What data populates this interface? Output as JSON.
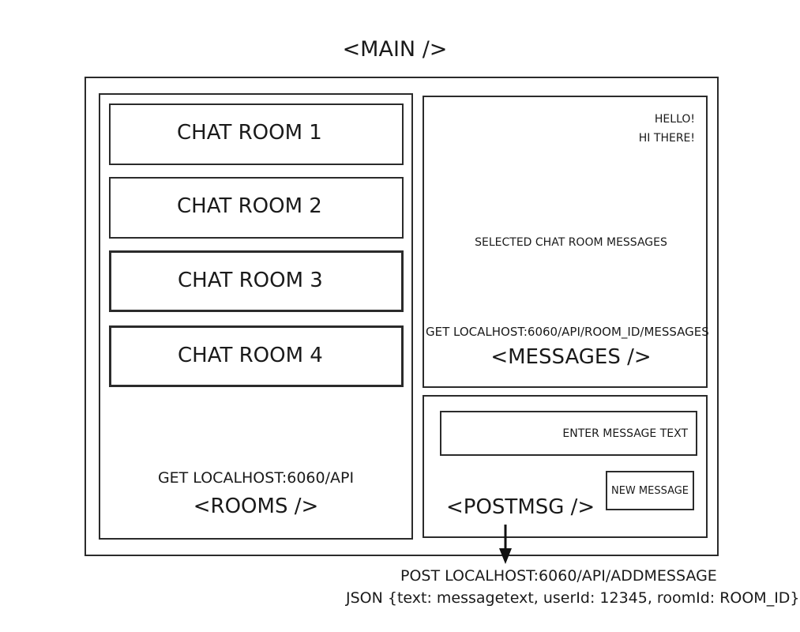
{
  "main": {
    "title": "<MAIN />"
  },
  "rooms": {
    "items": [
      "CHAT ROOM 1",
      "CHAT ROOM 2",
      "CHAT ROOM 3",
      "CHAT ROOM 4"
    ],
    "endpoint": "GET LOCALHOST:6060/API",
    "tag": "<ROOMS />"
  },
  "messages": {
    "items": [
      "HELLO!",
      "HI THERE!"
    ],
    "caption": "SELECTED CHAT ROOM MESSAGES",
    "endpoint": "GET LOCALHOST:6060/API/ROOM_ID/MESSAGES",
    "tag": "<MESSAGES />"
  },
  "postmsg": {
    "input_placeholder": "ENTER MESSAGE TEXT",
    "button_label": "NEW MESSAGE",
    "tag": "<POSTMSG />",
    "endpoint": "POST LOCALHOST:6060/API/ADDMESSAGE",
    "payload": "JSON {text: messagetext, userId: 12345, roomId: ROOM_ID}"
  }
}
